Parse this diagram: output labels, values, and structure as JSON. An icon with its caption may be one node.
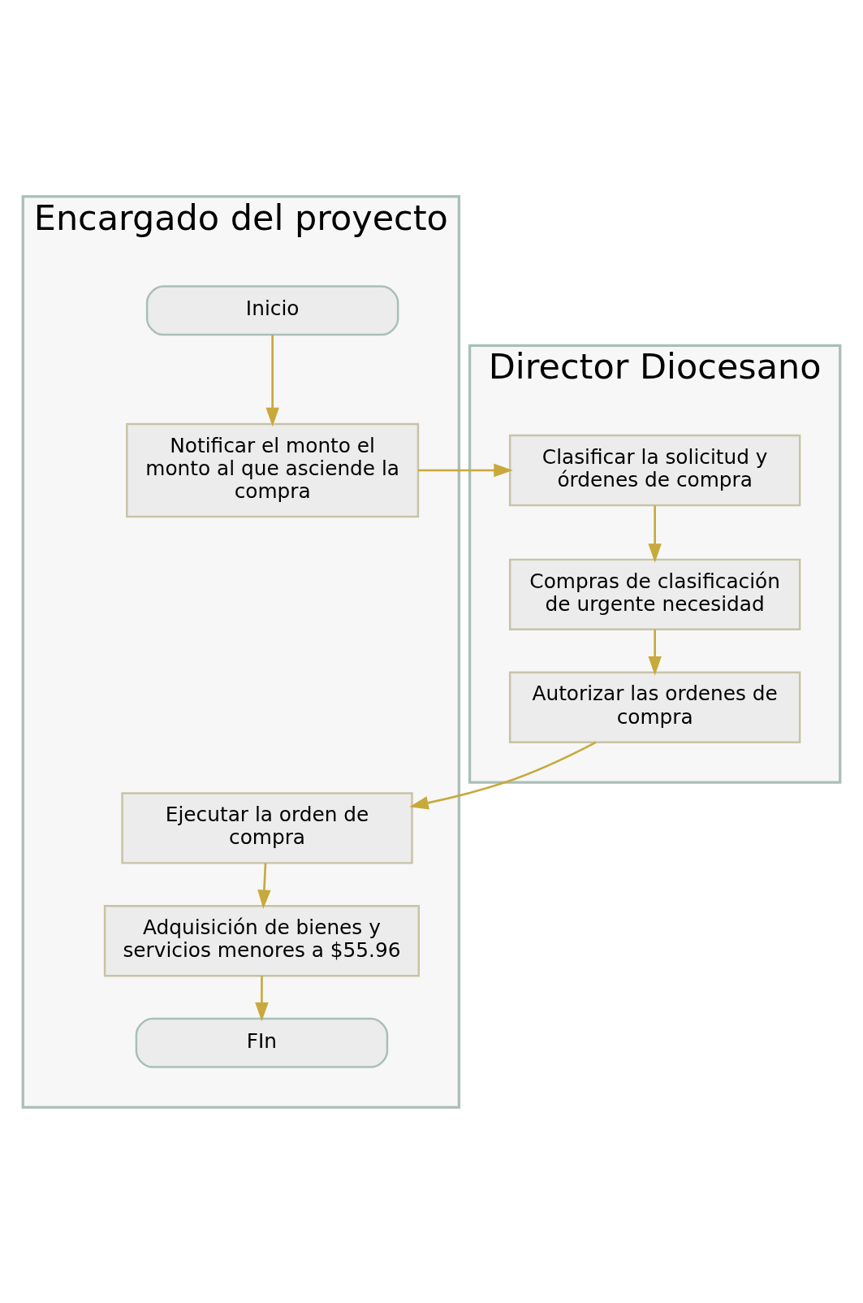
{
  "diagram": {
    "nodes": [
      {
        "text": [
          "Encargado del proyecto"
        ]
      },
      {
        "text": [
          "Director Diocesano"
        ]
      },
      {
        "text": [
          "Inicio"
        ],
        "in": 0
      },
      {
        "text": [
          "Notificar el monto el monto al que asciende la compra"
        ],
        "in": 0
      },
      {
        "text": [
          "Clasificar la solicitud y órdenes de compra"
        ],
        "in": 1
      },
      {
        "text": [
          "Compras de clasificación de urgente necesidad"
        ],
        "in": 1
      },
      {
        "text": [
          "Autorizar las ordenes de compra"
        ],
        "in": 1
      },
      {
        "text": [
          "Ejecutar la orden de compra"
        ],
        "in": 0
      },
      {
        "text": [
          "Adquisición de bienes y servicios menores a $55.96"
        ],
        "in": 0
      },
      {
        "text": [
          "FIn"
        ],
        "in": 0
      }
    ],
    "edges": [
      {
        "from": 2,
        "to": 3,
        "arrow": "to"
      },
      {
        "from": 3,
        "to": 4,
        "arrow": "to"
      },
      {
        "from": 4,
        "to": 5,
        "arrow": "to"
      },
      {
        "from": 5,
        "to": 6,
        "arrow": "to"
      },
      {
        "from": 6,
        "to": 7,
        "arrow": "to"
      },
      {
        "from": 7,
        "to": 8,
        "arrow": "to"
      },
      {
        "from": 8,
        "to": 9,
        "arrow": "to"
      }
    ]
  }
}
